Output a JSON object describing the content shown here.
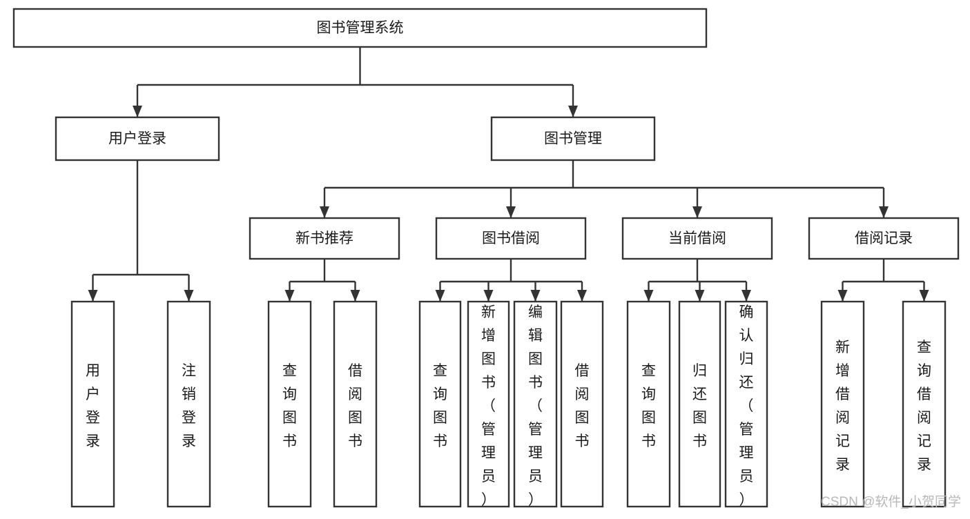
{
  "diagram": {
    "type": "hierarchy-tree",
    "orientation": "top-down",
    "root": {
      "id": "root",
      "label": "图书管理系统"
    },
    "level2": [
      {
        "id": "user-login",
        "label": "用户登录"
      },
      {
        "id": "book-manage",
        "label": "图书管理"
      }
    ],
    "level3": [
      {
        "id": "new-book-rec",
        "label": "新书推荐",
        "parent": "book-manage"
      },
      {
        "id": "book-borrow",
        "label": "图书借阅",
        "parent": "book-manage"
      },
      {
        "id": "current-borrow",
        "label": "当前借阅",
        "parent": "book-manage"
      },
      {
        "id": "borrow-record",
        "label": "借阅记录",
        "parent": "book-manage"
      }
    ],
    "leaves": [
      {
        "id": "leaf-user-login",
        "label": "用户登录",
        "parent": "user-login"
      },
      {
        "id": "leaf-logout",
        "label": "注销登录",
        "parent": "user-login"
      },
      {
        "id": "leaf-query-book-1",
        "label": "查询图书",
        "parent": "new-book-rec"
      },
      {
        "id": "leaf-borrow-book-1",
        "label": "借阅图书",
        "parent": "new-book-rec"
      },
      {
        "id": "leaf-query-book-2",
        "label": "查询图书",
        "parent": "book-borrow"
      },
      {
        "id": "leaf-add-book",
        "label": "新增图书（管理员）",
        "parent": "book-borrow"
      },
      {
        "id": "leaf-edit-book",
        "label": "编辑图书（管理员）",
        "parent": "book-borrow"
      },
      {
        "id": "leaf-borrow-book-2",
        "label": "借阅图书",
        "parent": "book-borrow"
      },
      {
        "id": "leaf-query-book-3",
        "label": "查询图书",
        "parent": "current-borrow"
      },
      {
        "id": "leaf-return-book",
        "label": "归还图书",
        "parent": "current-borrow"
      },
      {
        "id": "leaf-confirm-return",
        "label": "确认归还（管理员）",
        "parent": "current-borrow"
      },
      {
        "id": "leaf-add-record",
        "label": "新增借阅记录",
        "parent": "borrow-record"
      },
      {
        "id": "leaf-query-record",
        "label": "查询借阅记录",
        "parent": "borrow-record"
      }
    ]
  },
  "watermark": {
    "text": "CSDN @软件_小贺同学"
  },
  "colors": {
    "box_border": "#333333",
    "box_fill": "#ffffff",
    "text": "#1a1a1a",
    "connector": "#333333",
    "watermark": "#b8b8b8",
    "page_background": "#ffffff"
  }
}
